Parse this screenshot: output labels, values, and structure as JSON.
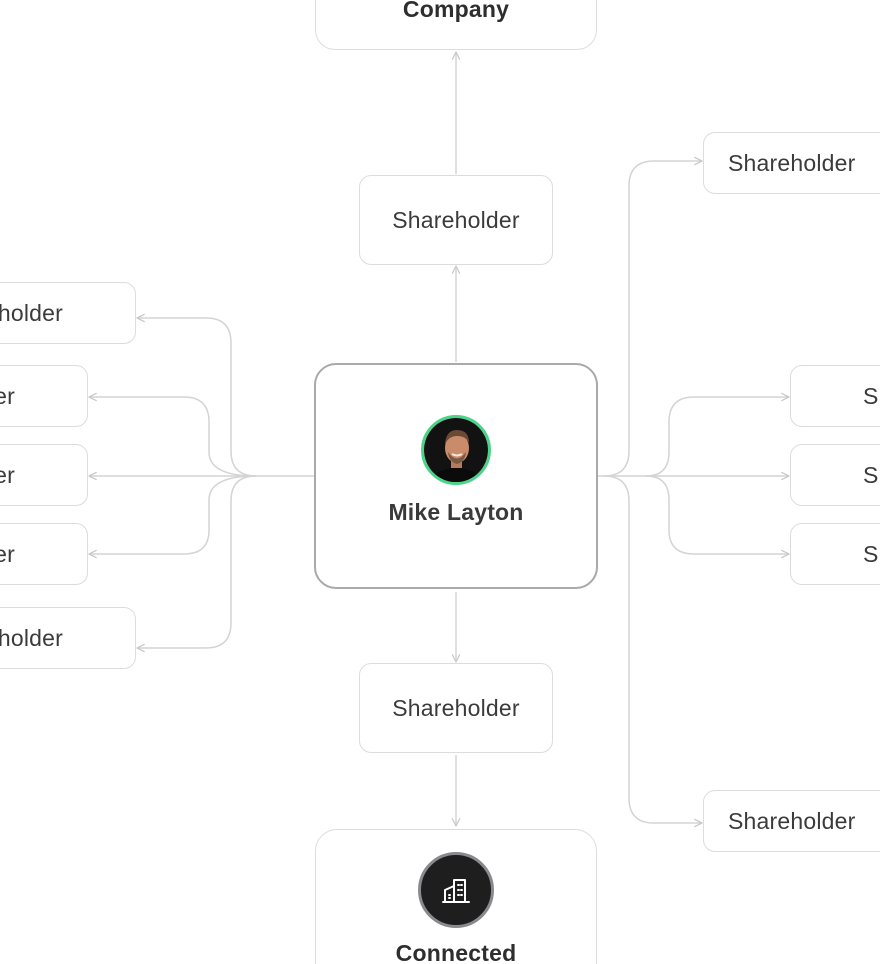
{
  "diagram": {
    "top_node": {
      "label": "Company"
    },
    "center_node": {
      "name": "Mike Layton",
      "avatar_ring_color": "#4bd38a"
    },
    "bottom_node": {
      "label": "Connected",
      "icon": "building-icon"
    },
    "upper_child": {
      "label": "Shareholder"
    },
    "lower_child": {
      "label": "Shareholder"
    },
    "left_children": [
      {
        "label": "Shareholder"
      },
      {
        "label": "Shareholder"
      },
      {
        "label": "Shareholder"
      },
      {
        "label": "Shareholder"
      },
      {
        "label": "Shareholder"
      }
    ],
    "right_children": [
      {
        "label": "Shareholder"
      },
      {
        "label": "Shareholder"
      },
      {
        "label": "Shareholder"
      },
      {
        "label": "Shareholder"
      },
      {
        "label": "Shareholder"
      }
    ],
    "colors": {
      "connector": "#d4d4d4",
      "node_border": "#dcdcdc",
      "center_border": "#a9a9ad",
      "text": "#3b3b3b"
    }
  }
}
